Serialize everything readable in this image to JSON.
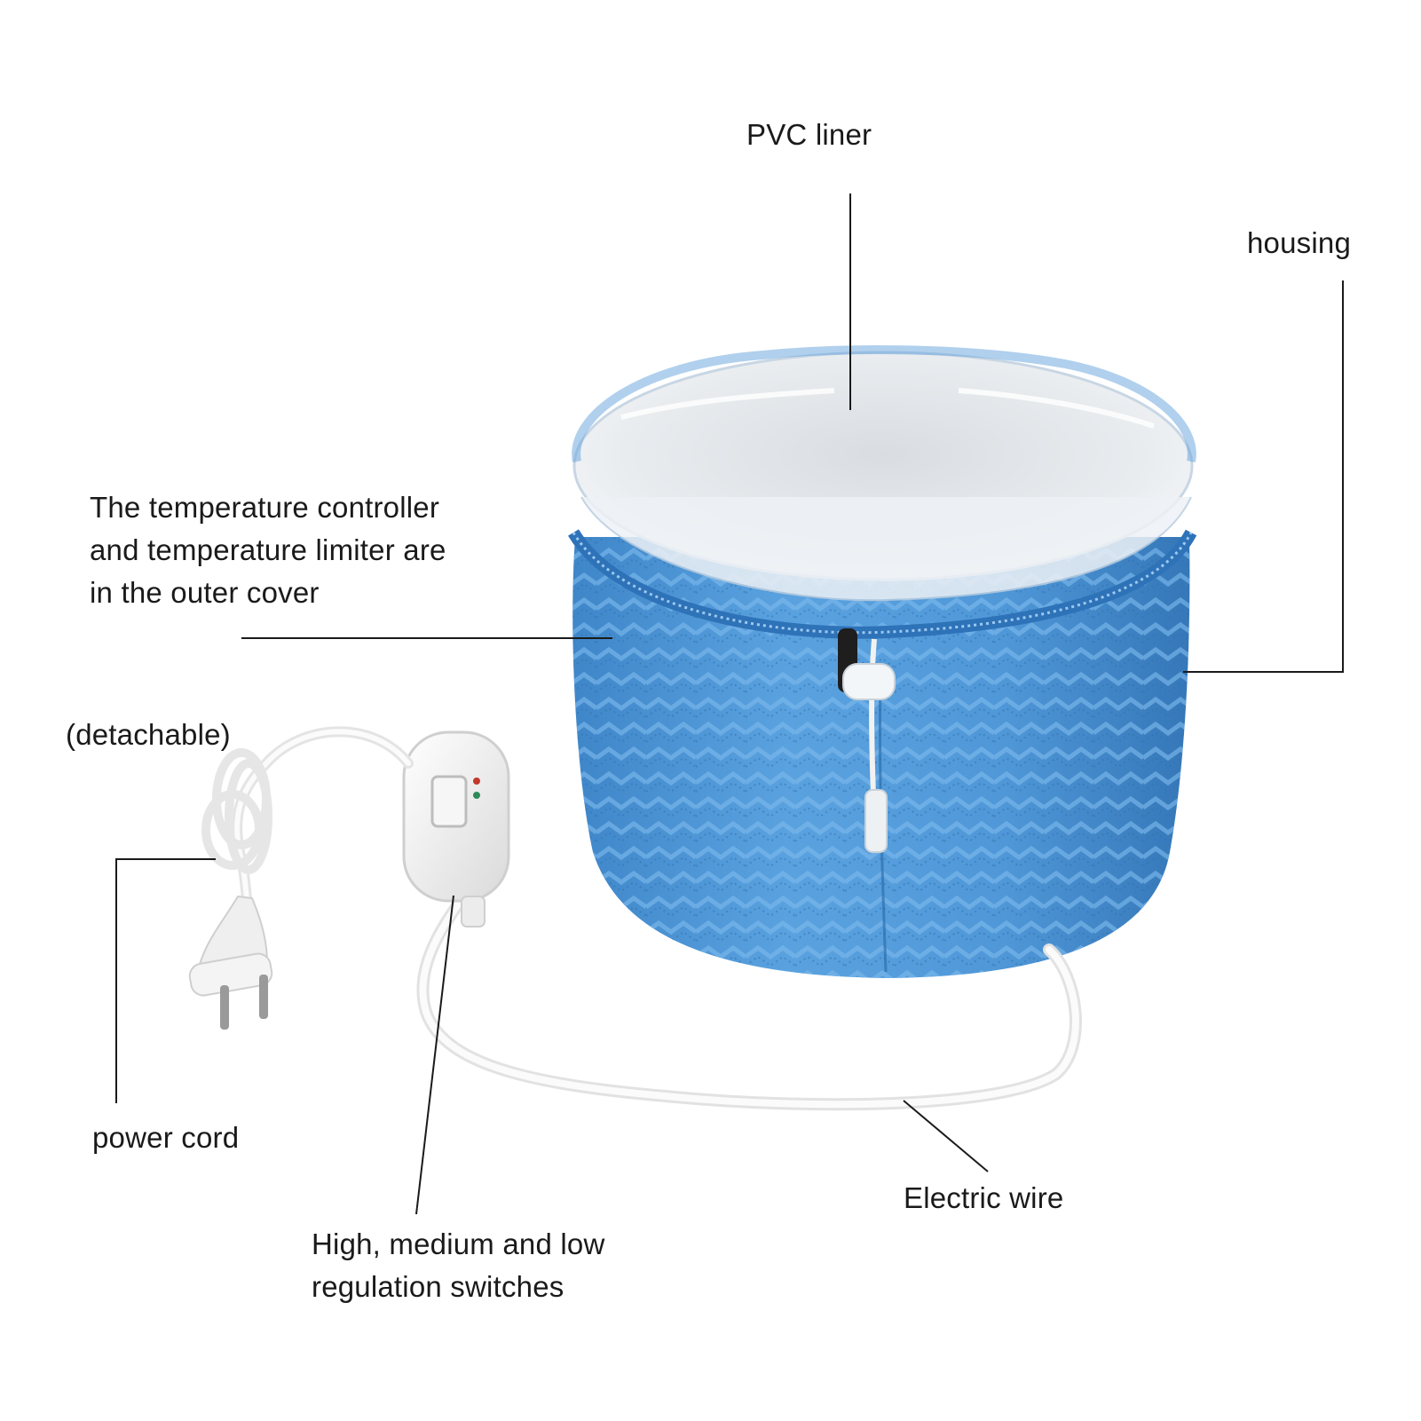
{
  "labels": {
    "pvc_liner": "PVC liner",
    "housing": "housing",
    "controller": [
      "The temperature controller",
      "and temperature limiter are",
      "in the outer cover"
    ],
    "detachable": "(detachable)",
    "power_cord": "power cord",
    "electric_wire": "Electric wire",
    "switch": [
      "High, medium and low",
      "regulation switches"
    ]
  },
  "colors": {
    "cap_blue": "#4f96d6",
    "cap_shadow": "#3a7bbd",
    "liner": "#e4e8ec",
    "cord": "#f4f4f4",
    "line": "#1a1a1a"
  }
}
